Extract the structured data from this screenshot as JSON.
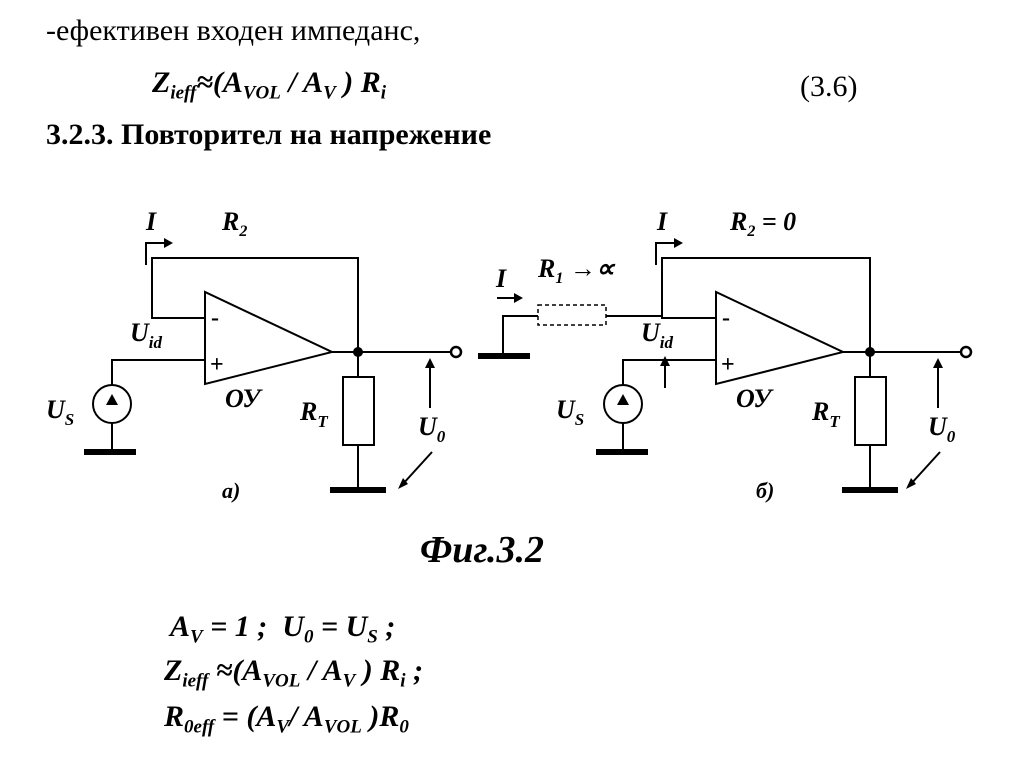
{
  "intro_text": "-ефективен входен импеданс,",
  "eq_3_6": {
    "Z": "Z",
    "ieff": "ieff",
    "approx": "≈(",
    "A1": "A",
    "VOL": "VOL",
    "slash": " / ",
    "A2": "A",
    "V": "V",
    "close": " ) ",
    "R": "R",
    "i": "i"
  },
  "eq_number": "(3.6)",
  "section_heading": "3.2.3. Повторител на напрежение",
  "circuit_a": {
    "I": "I",
    "R2": "R",
    "R2_sub": "2",
    "Uid": "U",
    "Uid_sub": "id",
    "minus": "-",
    "plus": "+",
    "US": "U",
    "US_sub": "S",
    "OU": "ОУ",
    "RT": "R",
    "RT_sub": "T",
    "U0": "U",
    "U0_sub": "0",
    "caption": "а)"
  },
  "circuit_b": {
    "I_top": "I",
    "R2": "R",
    "R2_sub": "2",
    "R2_val": " = 0",
    "I_in": "I",
    "R1": "R",
    "R1_sub": "1",
    "R1_val": " →∝",
    "Uid": "U",
    "Uid_sub": "id",
    "minus": "-",
    "plus": "+",
    "US": "U",
    "US_sub": "S",
    "OU": "ОУ",
    "RT": "R",
    "RT_sub": "T",
    "U0": "U",
    "U0_sub": "0",
    "caption": "б)"
  },
  "figure_caption": "Фиг.3.2",
  "eq_b1": {
    "A": "A",
    "V": "V",
    "mid": " = 1 ;  ",
    "U": "U",
    "zero": "0",
    "eq": " = ",
    "U2": "U",
    "S": "S",
    "end": " ;"
  },
  "eq_b2": {
    "Z": "Z",
    "ieff": "ieff",
    "approx": " ≈(",
    "A1": "A",
    "VOL": "VOL",
    "slash": " / ",
    "A2": "A",
    "V": "V",
    "close": " ) ",
    "R": "R",
    "i": "i",
    "end": " ;"
  },
  "eq_b3": {
    "R": "R",
    "zeroeff": "0eff",
    "eq": " = (",
    "A1": "A",
    "V": "V",
    "slash": "/ ",
    "A2": "A",
    "VOL": "VOL",
    "close": " )",
    "R2": "R",
    "zero": "0"
  }
}
